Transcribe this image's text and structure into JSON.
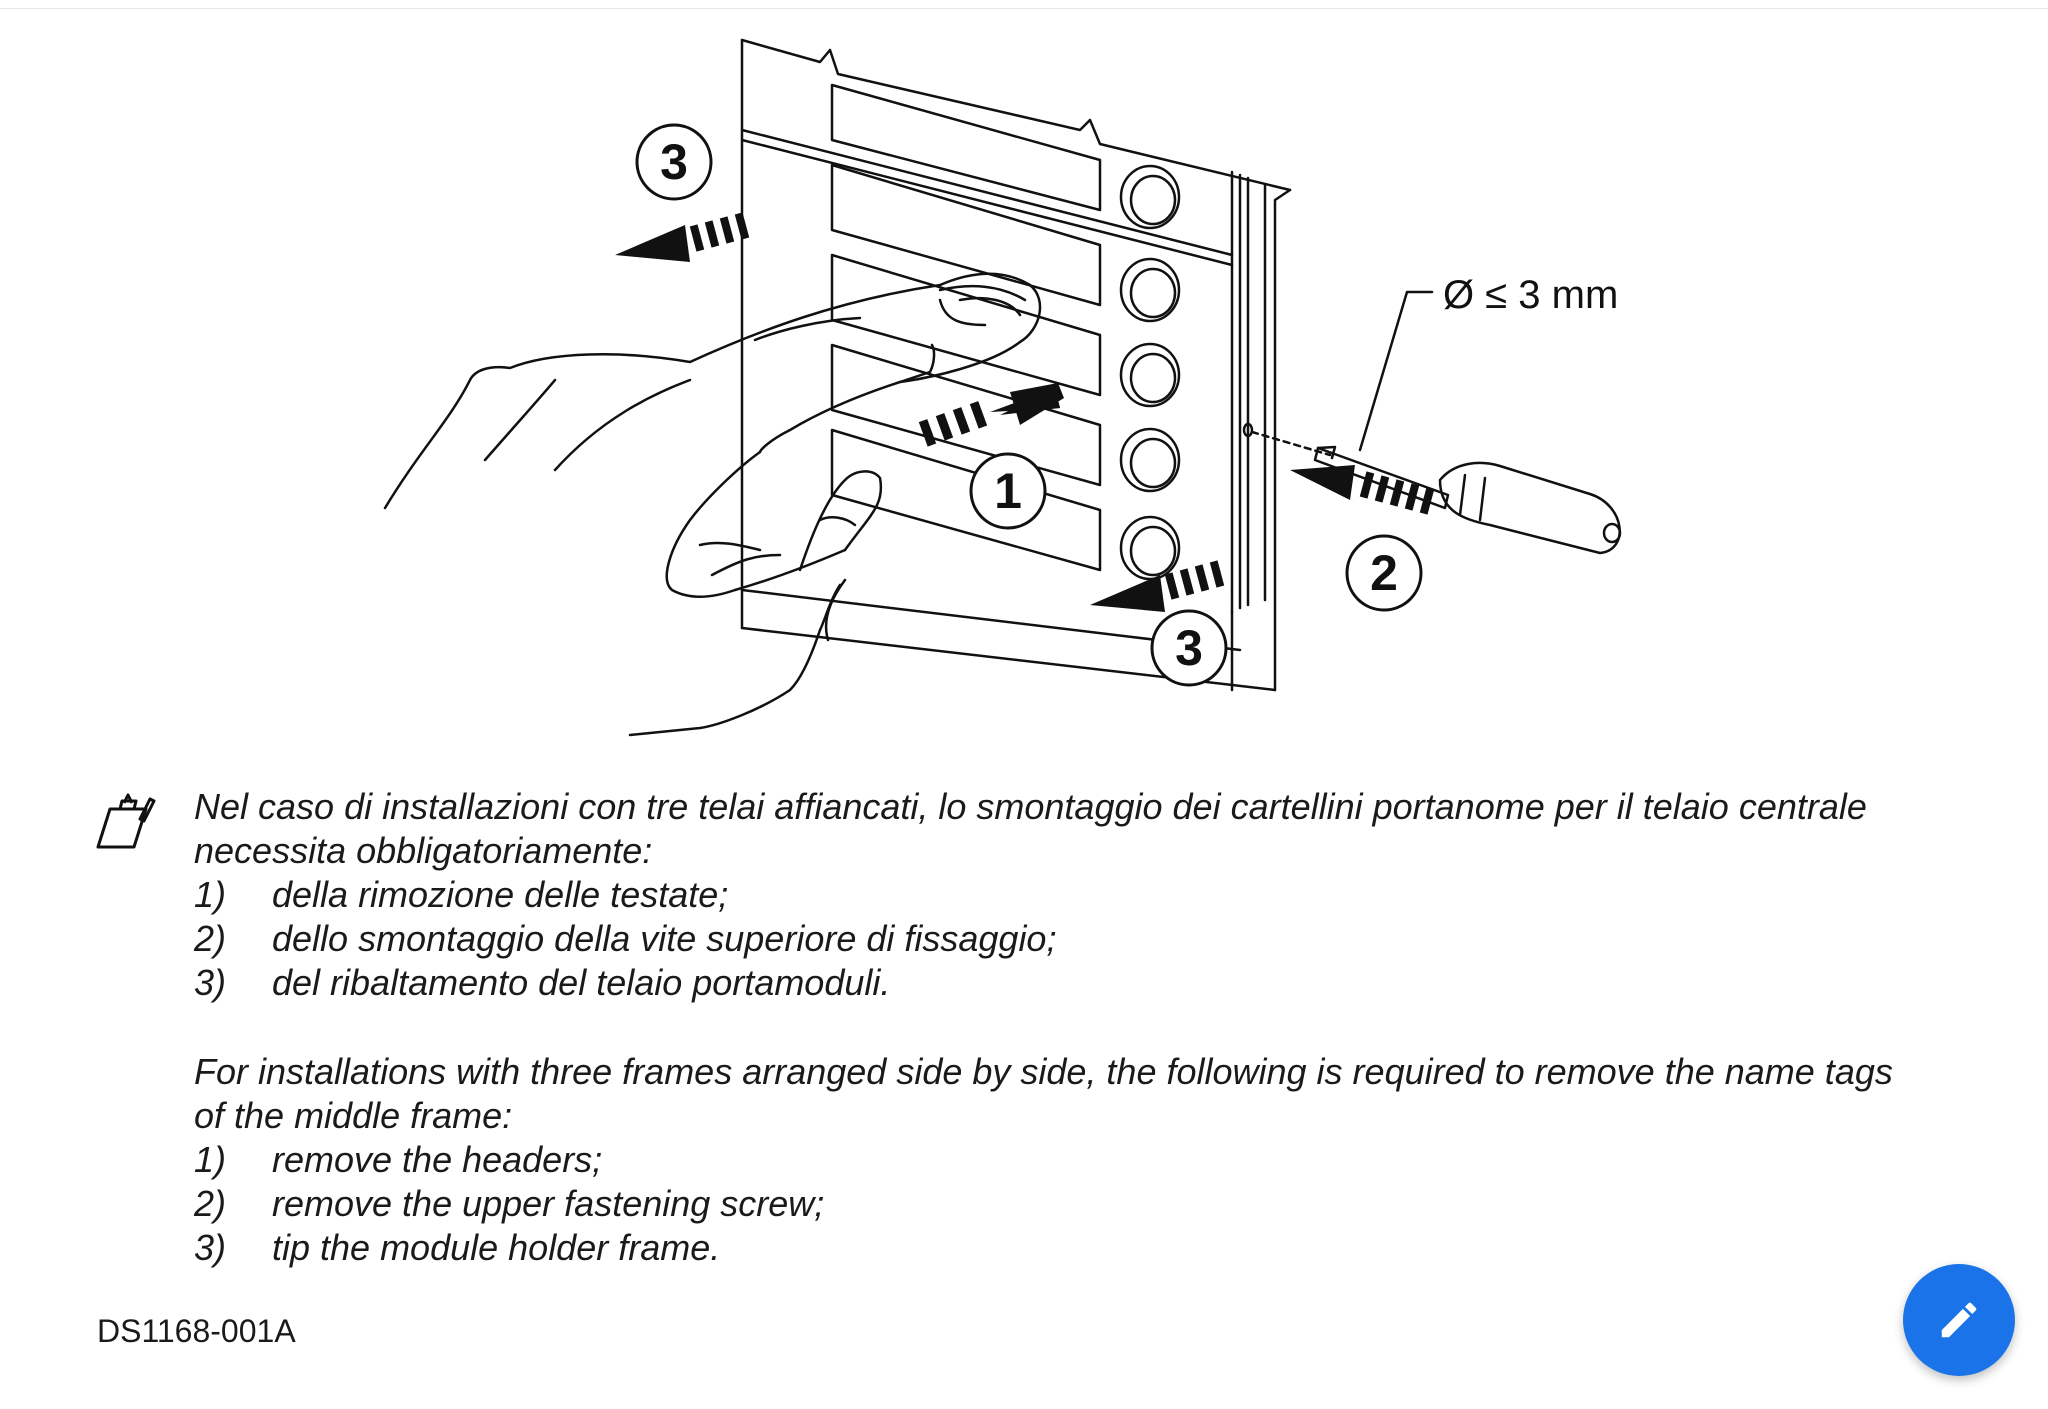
{
  "figure": {
    "callout": "Ø ≤ 3 mm",
    "steps": [
      "1",
      "2",
      "3",
      "3"
    ]
  },
  "note_it": {
    "intro": "Nel caso di installazioni con tre telai affiancati, lo smontaggio dei cartellini portanome per il telaio centrale necessita obbligatoriamente:",
    "items": [
      {
        "num": "1)",
        "text": "della rimozione delle testate;"
      },
      {
        "num": "2)",
        "text": "dello smontaggio della vite superiore di fissaggio;"
      },
      {
        "num": "3)",
        "text": "del ribaltamento del telaio portamoduli."
      }
    ]
  },
  "note_en": {
    "intro": "For installations with three frames arranged side by side, the following is required to remove the name tags of the middle frame:",
    "items": [
      {
        "num": "1)",
        "text": "remove the headers;"
      },
      {
        "num": "2)",
        "text": "remove the upper fastening screw;"
      },
      {
        "num": "3)",
        "text": "tip the module holder frame."
      }
    ]
  },
  "doc_code": "DS1168-001A",
  "icons": {
    "note": "clipboard-note-icon",
    "fab": "edit-pencil-icon"
  },
  "colors": {
    "fab": "#1a73e8",
    "ink": "#1a1a1a"
  }
}
